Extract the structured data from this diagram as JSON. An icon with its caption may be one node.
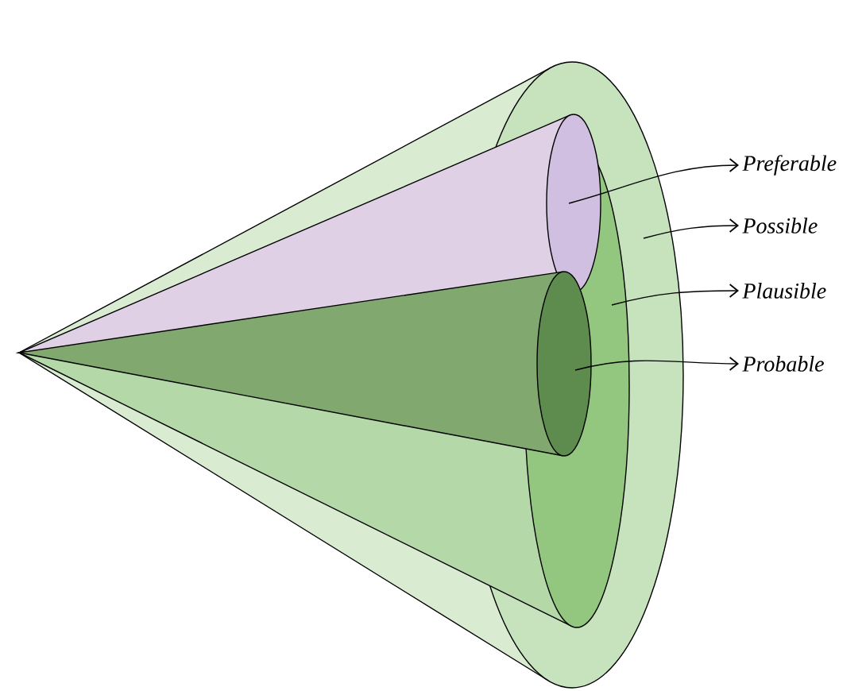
{
  "diagram": {
    "nodes": [
      {
        "text": [
          "*Preferable*"
        ]
      },
      {
        "text": [
          "*Possible*"
        ]
      },
      {
        "text": [
          "*Plausible*"
        ]
      },
      {
        "text": [
          "*Probable*"
        ]
      }
    ],
    "edges": [
      {
        "from": null,
        "to": 0,
        "arrow": "to"
      },
      {
        "from": null,
        "to": 1,
        "arrow": "to"
      },
      {
        "from": null,
        "to": 2,
        "arrow": "to"
      },
      {
        "from": null,
        "to": 3,
        "arrow": "to"
      }
    ]
  }
}
